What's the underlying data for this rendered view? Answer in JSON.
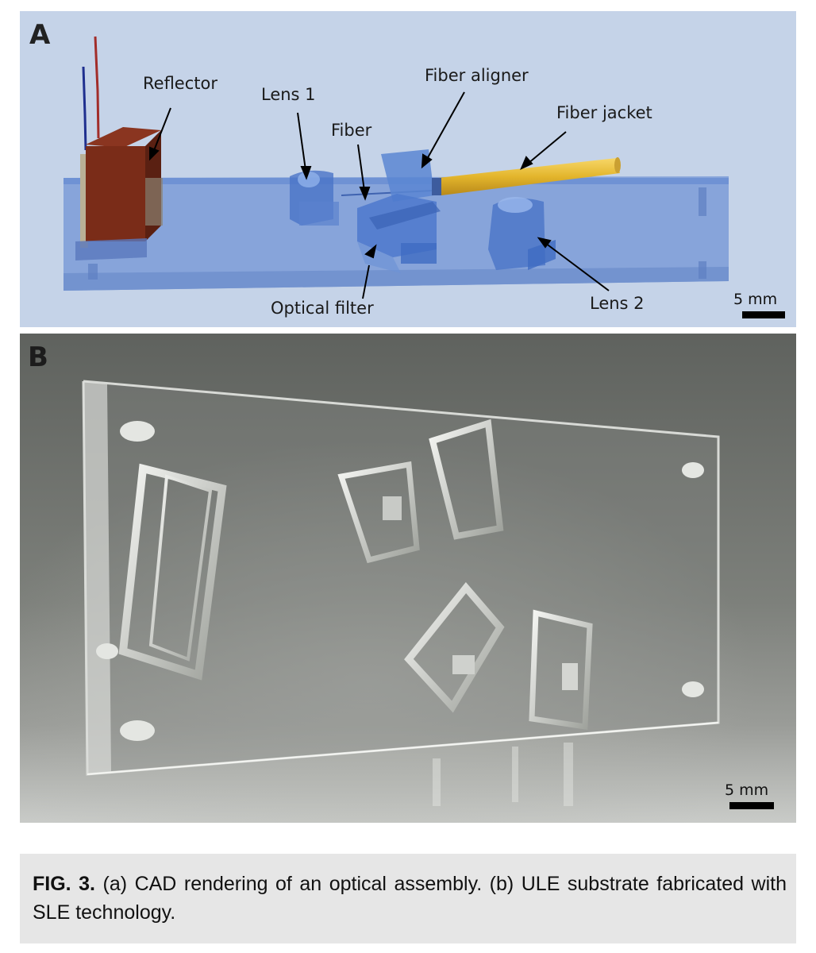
{
  "figure": {
    "panel_a": {
      "letter": "A",
      "labels": {
        "reflector": "Reflector",
        "lens1": "Lens 1",
        "fiber": "Fiber",
        "fiber_aligner": "Fiber aligner",
        "fiber_jacket": "Fiber jacket",
        "optical_filter": "Optical filter",
        "lens2": "Lens 2"
      },
      "scale_bar": "5 mm"
    },
    "panel_b": {
      "letter": "B",
      "scale_bar": "5 mm"
    },
    "caption": {
      "label": "FIG. 3.",
      "text": " (a) CAD rendering of an optical assembly. (b) ULE substrate fabricated with SLE technology."
    }
  }
}
